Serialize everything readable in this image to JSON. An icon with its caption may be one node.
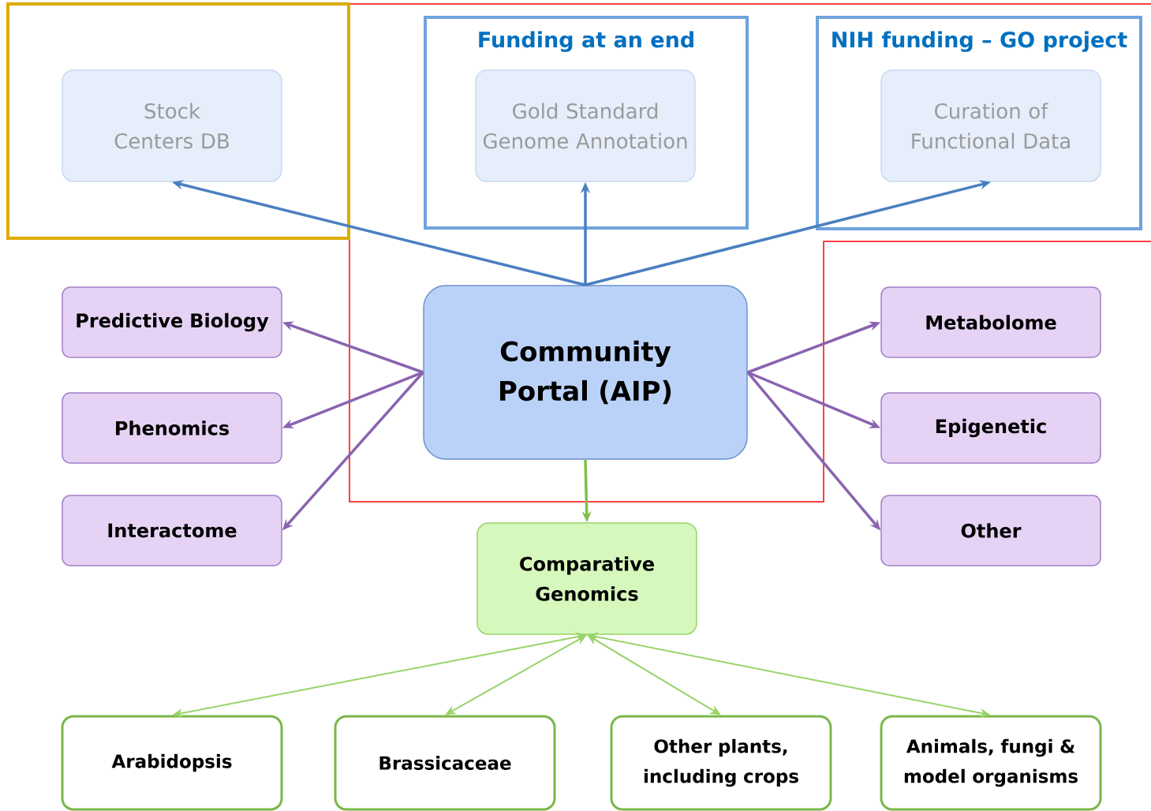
{
  "diagram": {
    "nodes": [
      {
        "text": [],
        "shape": "box"
      },
      {
        "text": [
          "Stock Centers DB"
        ],
        "in": 0
      },
      {
        "text": [
          "Funding at an end"
        ]
      },
      {
        "text": [
          "Gold Standard Genome Annotation"
        ],
        "in": 2
      },
      {
        "text": [
          "NIH funding – GO project"
        ]
      },
      {
        "text": [
          "Curation of Functional Data"
        ],
        "in": 4
      },
      {
        "text": [
          "Predictive Biology"
        ]
      },
      {
        "text": [
          "Community Portal (AIP)"
        ]
      },
      {
        "text": [
          "Metabolome"
        ]
      },
      {
        "text": [
          "Phenomics"
        ]
      },
      {
        "text": [
          "Epigenetic"
        ]
      },
      {
        "text": [
          "Interactome"
        ]
      },
      {
        "text": [
          "Other"
        ]
      },
      {
        "text": [
          "Comparative Genomics"
        ]
      },
      {
        "text": [
          "Arabidopsis"
        ]
      },
      {
        "text": [
          "Brassicaceae"
        ]
      },
      {
        "text": [
          "Other plants, including crops"
        ]
      },
      {
        "text": [
          "Animals, fungi & model organisms"
        ]
      }
    ],
    "edges": [
      {
        "from": 7,
        "to": 1,
        "arrow": "to",
        "color": "#4a7fc0"
      },
      {
        "from": 7,
        "to": 3,
        "arrow": "to",
        "color": "#4a7fc0"
      },
      {
        "from": 7,
        "to": 5,
        "arrow": "to",
        "color": "#4a7fc0"
      },
      {
        "from": 7,
        "to": 6,
        "arrow": "to"
      },
      {
        "from": 7,
        "to": 9,
        "arrow": "to"
      },
      {
        "from": 7,
        "to": 11,
        "arrow": "to"
      },
      {
        "from": 7,
        "to": 8,
        "arrow": "to"
      },
      {
        "from": 7,
        "to": 10,
        "arrow": "to"
      },
      {
        "from": 7,
        "to": 12,
        "arrow": "to"
      },
      {
        "from": 7,
        "to": 13,
        "arrow": "to",
        "color": "#7fbf4a"
      },
      {
        "from": 13,
        "to": 14,
        "arrow": "both",
        "color": "#9ad36a"
      },
      {
        "from": 13,
        "to": 15,
        "arrow": "both",
        "color": "#9ad36a"
      },
      {
        "from": 13,
        "to": 16,
        "arrow": "both",
        "color": "#9ad36a"
      },
      {
        "from": 13,
        "to": 17,
        "arrow": "both",
        "color": "#9ad36a"
      }
    ]
  }
}
